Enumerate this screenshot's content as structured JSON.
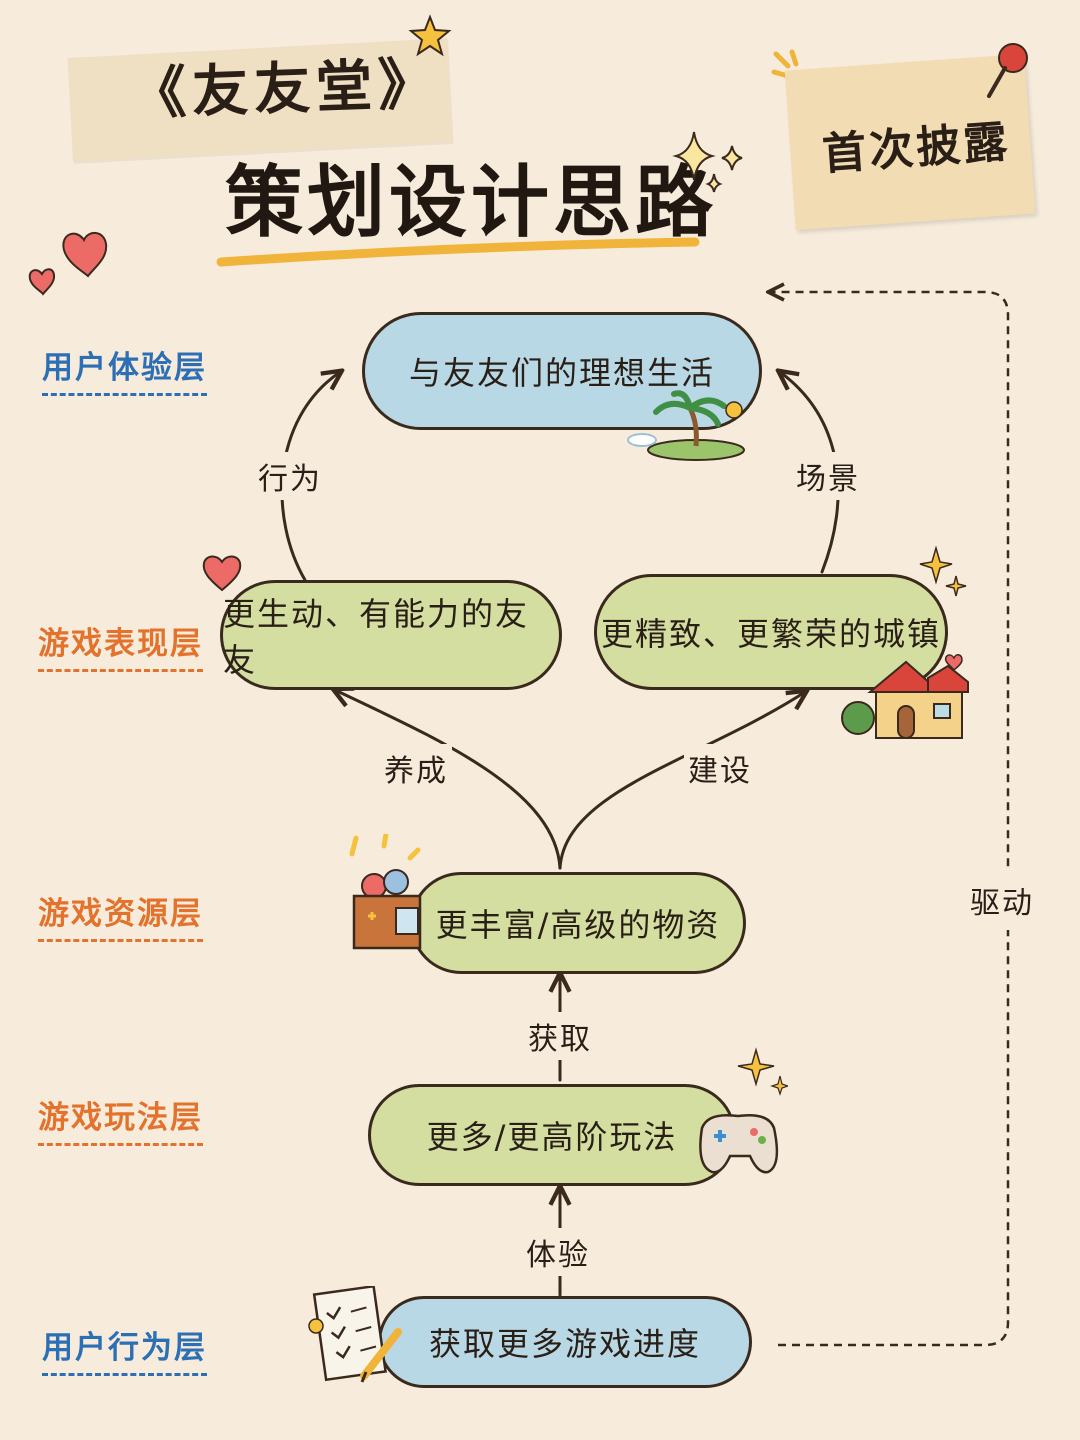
{
  "header": {
    "title_line1": "《友友堂》",
    "title_line2": "策划设计思路",
    "badge": "首次披露"
  },
  "layers": [
    {
      "label": "用户体验层",
      "color": "#2d6fb5"
    },
    {
      "label": "游戏表现层",
      "color": "#e2722c"
    },
    {
      "label": "游戏资源层",
      "color": "#e2722c"
    },
    {
      "label": "游戏玩法层",
      "color": "#e2722c"
    },
    {
      "label": "用户行为层",
      "color": "#2d6fb5"
    }
  ],
  "nodes": {
    "ideal_life": "与友友们的理想生活",
    "friends": "更生动、有能力的友友",
    "town": "更精致、更繁荣的城镇",
    "resources": "更丰富/高级的物资",
    "gameplay": "更多/更高阶玩法",
    "progress": "获取更多游戏进度"
  },
  "edges": {
    "behavior": "行为",
    "scene": "场景",
    "nurture": "养成",
    "build": "建设",
    "obtain": "获取",
    "experience": "体验",
    "drive": "驱动"
  },
  "colors": {
    "background": "#f7ecdc",
    "blue_label": "#2d6fb5",
    "orange_label": "#e2722c",
    "cloud_blue": "#b8d8e6",
    "cloud_green": "#d3dea0",
    "stroke": "#3a2a1e"
  },
  "icons": [
    "heart-icon",
    "sparkle-icon",
    "star-icon",
    "palm-island-icon",
    "house-icon",
    "treasure-box-icon",
    "gamepad-icon",
    "checklist-icon",
    "pushpin-icon"
  ]
}
